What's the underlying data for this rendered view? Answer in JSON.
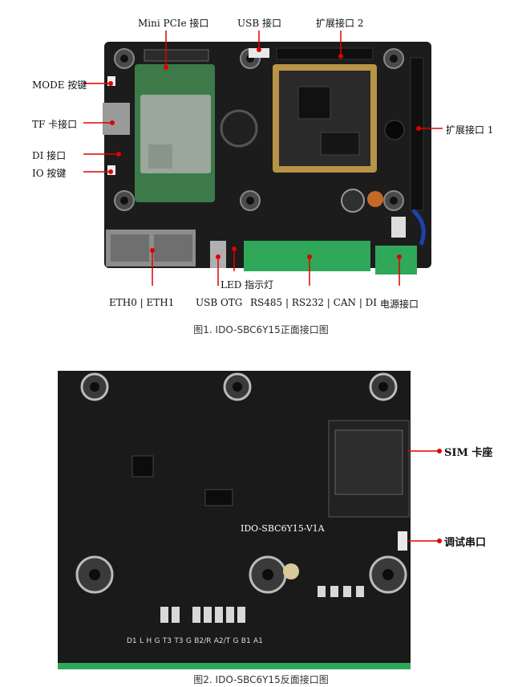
{
  "figure1": {
    "caption": "图1. IDO-SBC6Y15正面接口图",
    "labels": {
      "mini_pcie": "Mini PCIe 接口",
      "usb": "USB 接口",
      "ext2": "扩展接口 2",
      "mode": "MODE 按键",
      "tf": "TF 卡接口",
      "di": "DI 接口",
      "io": "IO 按键",
      "ext1": "扩展接口 1",
      "led": "LED 指示灯",
      "eth": "ETH0  |  ETH1",
      "usb_otg": "USB OTG",
      "rs485": "RS485 | RS232 | CAN | DI",
      "power": "电源接口"
    }
  },
  "figure2": {
    "caption": "图2. IDO-SBC6Y15反面接口图",
    "labels": {
      "sim": "SIM 卡座",
      "debug": "调试串口"
    },
    "board_silk": "IDO-SBC6Y15-V1A",
    "pin_labels": [
      "D1",
      "L",
      "H",
      "G",
      "T3",
      "T3",
      "G",
      "B2/R",
      "A2/T",
      "G",
      "B1",
      "A1"
    ]
  }
}
